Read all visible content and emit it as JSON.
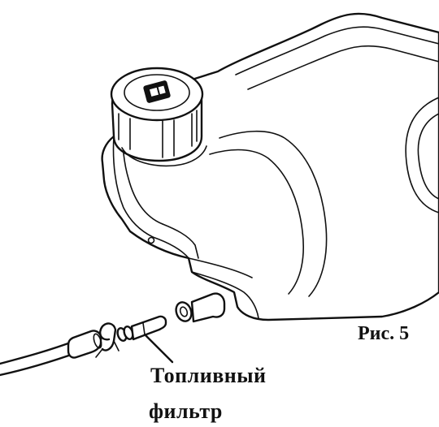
{
  "figure": {
    "caption": "Рис. 5"
  },
  "callout": {
    "line1": "Топливный",
    "line2": "фильтр"
  }
}
